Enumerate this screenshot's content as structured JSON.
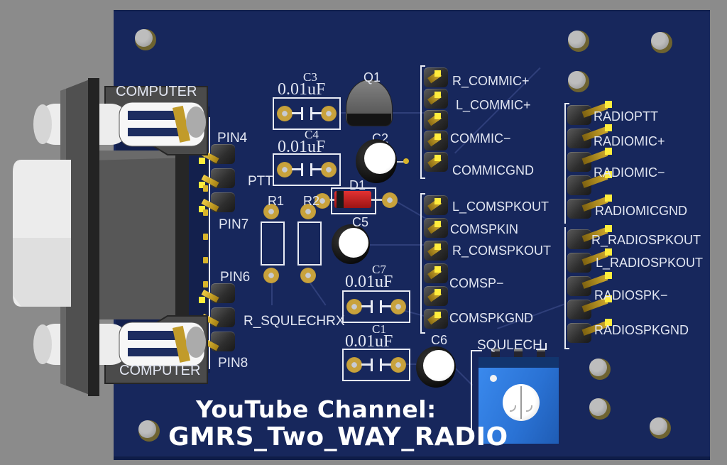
{
  "colors": {
    "background_grey": "#8b8b8b",
    "board_blue": "#17275c",
    "silkscreen_white": "#e8ebf4",
    "pin_gold": "#d8b232",
    "pin_tip_yellow": "#ffec3d",
    "diode_red": "#c42424",
    "pot_blue": "#2a72d4",
    "trace_blue": "#2f3f7a"
  },
  "silkscreen": {
    "computer_top": "COMPUTER",
    "computer_bottom": "COMPUTER",
    "squelch": "SQULECH"
  },
  "com_pins": [
    "PIN4",
    "PTT",
    "PIN7",
    "PIN6",
    "R_SQULECHRX",
    "PIN8"
  ],
  "headers": {
    "com_mic": [
      "R_COMMIC+",
      "L_COMMIC+",
      "COMMIC−",
      "COMMICGND"
    ],
    "com_spk": [
      "L_COMSPKOUT",
      "COMSPKIN",
      "R_COMSPKOUT",
      "COMSP−",
      "COMSPKGND"
    ],
    "radio_mic": [
      "RADIOPTT",
      "RADIOMIC+",
      "RADIOMIC−",
      "RADIOMICGND"
    ],
    "radio_spk": [
      "R_RADIOSPKOUT",
      "L_RADIOSPKOUT",
      "RADIOSPK−",
      "RADIOSPKGND"
    ]
  },
  "components": {
    "C3": {
      "ref": "C3",
      "value": "0.01uF"
    },
    "C4": {
      "ref": "C4",
      "value": "0.01uF"
    },
    "C7": {
      "ref": "C7",
      "value": "0.01uF"
    },
    "C1": {
      "ref": "C1",
      "value": "0.01uF"
    },
    "Q1": {
      "ref": "Q1"
    },
    "C2": {
      "ref": "C2"
    },
    "C5": {
      "ref": "C5"
    },
    "C6": {
      "ref": "C6"
    },
    "R1": {
      "ref": "R1"
    },
    "R2": {
      "ref": "R2"
    },
    "D1": {
      "ref": "D1"
    }
  },
  "footer": {
    "line1": "YouTube Channel:",
    "line2": "GMRS_Two_WAY_RADIO"
  }
}
